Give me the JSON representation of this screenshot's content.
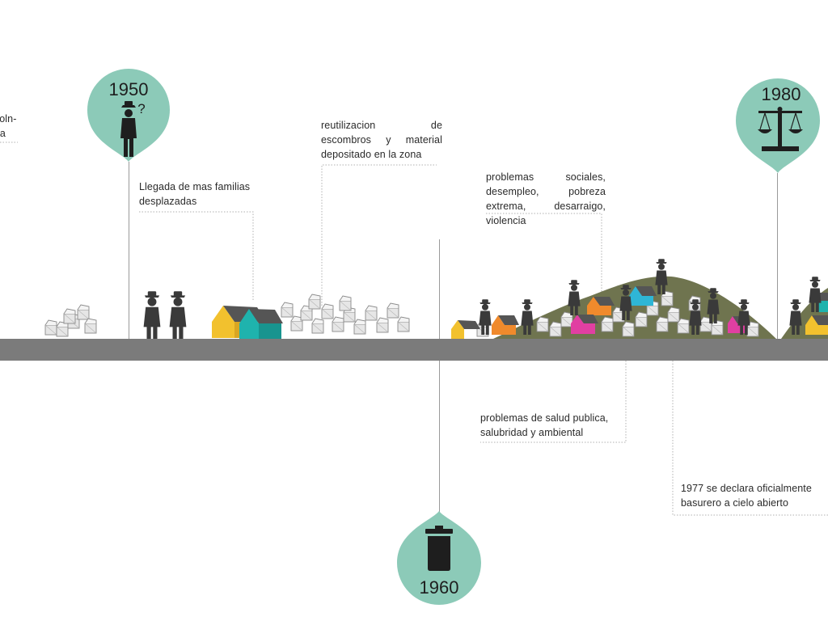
{
  "colors": {
    "pin": "#8ccab8",
    "ground": "#7b7b7b",
    "hill": "#6f744f",
    "figure": "#3a3a3a",
    "leader": "#9a9a9a",
    "house_yellow": "#f2c12e",
    "house_teal": "#1fb3ad",
    "house_orange": "#f08a2c",
    "house_cyan": "#2fb6d6",
    "house_magenta": "#e13fa2",
    "roof": "#555555"
  },
  "icons": {
    "pin_1950": "person-icon",
    "pin_1960": "trash-can-icon",
    "pin_1980": "scales-icon"
  },
  "timeline": {
    "pins": {
      "p1950": {
        "year": "1950",
        "mark": "?"
      },
      "p1960": {
        "year": "1960"
      },
      "p1980": {
        "year": "1980"
      }
    },
    "notes": {
      "left": "violn-\nsta",
      "families": "Llegada de mas familias desplazadas",
      "reuse": "reutilizacion de escombros y material depositado en la zona",
      "social": "problemas sociales, desempleo, pobreza extrema, desarraigo, violencia",
      "health": "problemas de salud publica, salubridad y ambiental",
      "decree": "1977 se declara oficialmente basurero a cielo abierto"
    }
  }
}
